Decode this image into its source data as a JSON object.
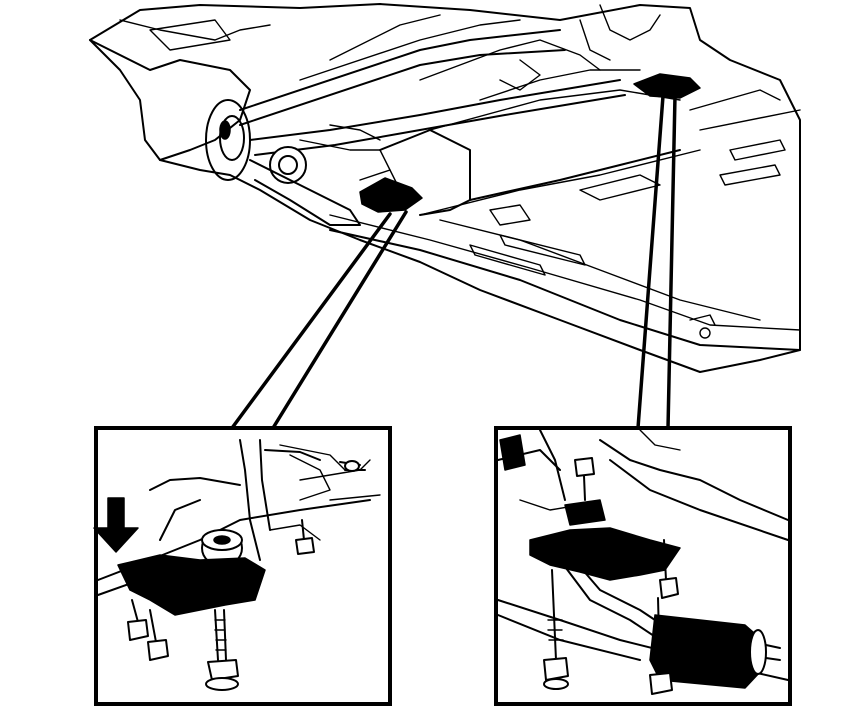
{
  "figure": {
    "callouts": [
      {
        "id": "left-detail",
        "marker": "arrow"
      },
      {
        "id": "right-detail",
        "marker": "none"
      }
    ],
    "ink_color": "#000000",
    "paper_color": "#ffffff"
  }
}
